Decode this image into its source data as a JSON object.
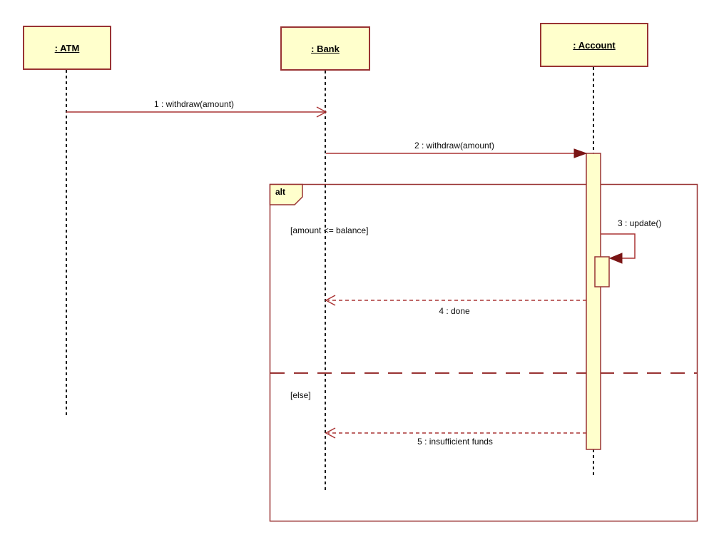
{
  "diagram": {
    "kind": "uml-sequence-diagram",
    "participants": [
      {
        "name": ": ATM"
      },
      {
        "name": ": Bank"
      },
      {
        "name": ": Account"
      }
    ],
    "messages": [
      {
        "label": "1 : withdraw(amount)",
        "from": ": ATM",
        "to": ": Bank",
        "line": "solid",
        "arrowhead": "open"
      },
      {
        "label": "2 : withdraw(amount)",
        "from": ": Bank",
        "to": ": Account",
        "line": "solid",
        "arrowhead": "filled"
      },
      {
        "label": "3 : update()",
        "from": ": Account",
        "to": ": Account",
        "line": "solid",
        "arrowhead": "filled"
      },
      {
        "label": "4 : done",
        "from": ": Account",
        "to": ": Bank",
        "line": "dashed",
        "arrowhead": "open"
      },
      {
        "label": "5 : insufficient funds",
        "from": ": Account",
        "to": ": Bank",
        "line": "dashed",
        "arrowhead": "open"
      }
    ],
    "fragment": {
      "operator": "alt",
      "guards": [
        "[amount <= balance]",
        "[else]"
      ]
    },
    "colors": {
      "shape_fill": "#FFFFCC",
      "shape_border": "#993333",
      "message_line": "#AA3333",
      "arrowhead_fill": "#7A1515",
      "lifeline": "#1A1A1A",
      "text": "#000000",
      "background": "#FFFFFF"
    }
  }
}
